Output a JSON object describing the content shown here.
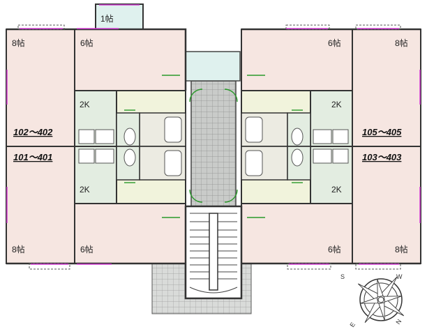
{
  "rooms": {
    "closet_top": "1帖",
    "top_left_8": "8帖",
    "top_left_6": "6帖",
    "top_right_6": "6帖",
    "top_right_8": "8帖",
    "bottom_left_8": "8帖",
    "bottom_left_6": "6帖",
    "bottom_right_6": "6帖",
    "bottom_right_8": "8帖",
    "kitchen_top_left": "2K",
    "kitchen_top_right": "2K",
    "kitchen_bottom_left": "2K",
    "kitchen_bottom_right": "2K"
  },
  "units": {
    "top_left": "102～402",
    "bottom_left": "101～401",
    "top_right": "105～405",
    "bottom_right": "103～403"
  },
  "compass": {
    "n": "N",
    "s": "S",
    "e": "E",
    "w": "W"
  },
  "colors": {
    "bedroom": "#f6e6e1",
    "kitchen": "#e3ede1",
    "bath": "#ecebe2",
    "utility": "#f1f3dc",
    "corridor": "#cfd2cf",
    "wall": "#3a3a3a",
    "window": "#d23bd2",
    "door": "#2a9a2a",
    "balcony_tile": "#bfbfbf",
    "sky": "#dff1ee"
  }
}
